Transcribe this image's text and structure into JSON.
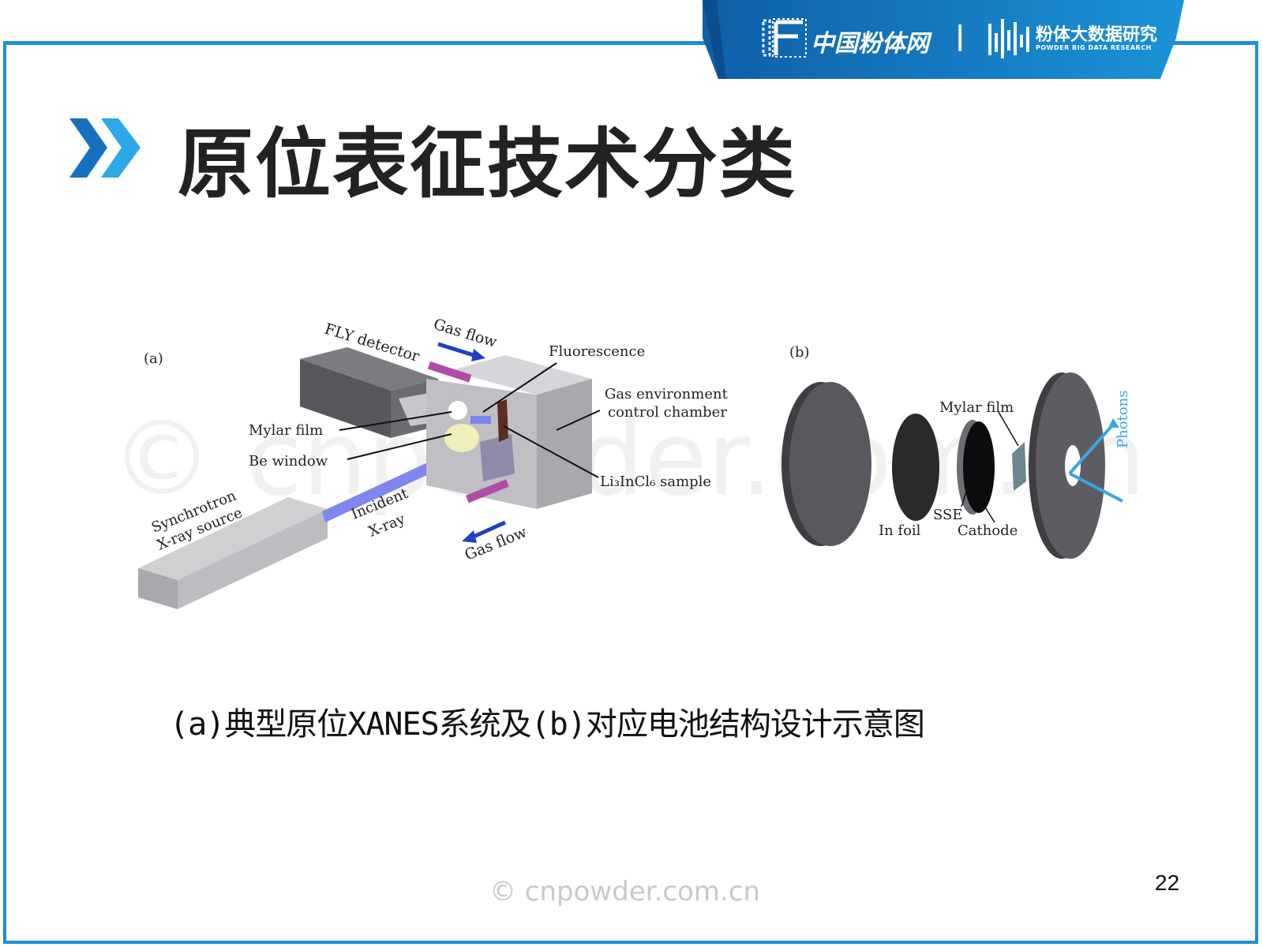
{
  "header": {
    "logo_left": "中国粉体网",
    "separator": "|",
    "logo_right": "粉体大数据研究",
    "logo_right_sub": "POWDER BIG DATA RESEARCH",
    "brand_color": "#1a88d4"
  },
  "slide": {
    "title": "原位表征技术分类",
    "caption": "(a)典型原位XANES系统及(b)对应电池结构设计示意图",
    "page_number": "22"
  },
  "watermark": {
    "center": "© cnpowder.com.cn",
    "bottom": "© cnpowder.com.cn"
  },
  "figure_a": {
    "panel": "(a)",
    "labels": {
      "fly_detector": "FLY detector",
      "gas_flow_top": "Gas flow",
      "fluorescence": "Fluorescence",
      "chamber_1": "Gas environment",
      "chamber_2": "control chamber",
      "mylar": "Mylar film",
      "be_window": "Be window",
      "sample": "Li₃InCl₆ sample",
      "source_1": "Synchrotron",
      "source_2": "X-ray source",
      "incident_1": "Incident",
      "incident_2": "X-ray",
      "gas_flow_bottom": "Gas flow"
    }
  },
  "figure_b": {
    "panel": "(b)",
    "labels": {
      "mylar": "Mylar film",
      "photons": "Photons",
      "in_foil": "In foil",
      "sse": "SSE",
      "cathode": "Cathode"
    }
  }
}
